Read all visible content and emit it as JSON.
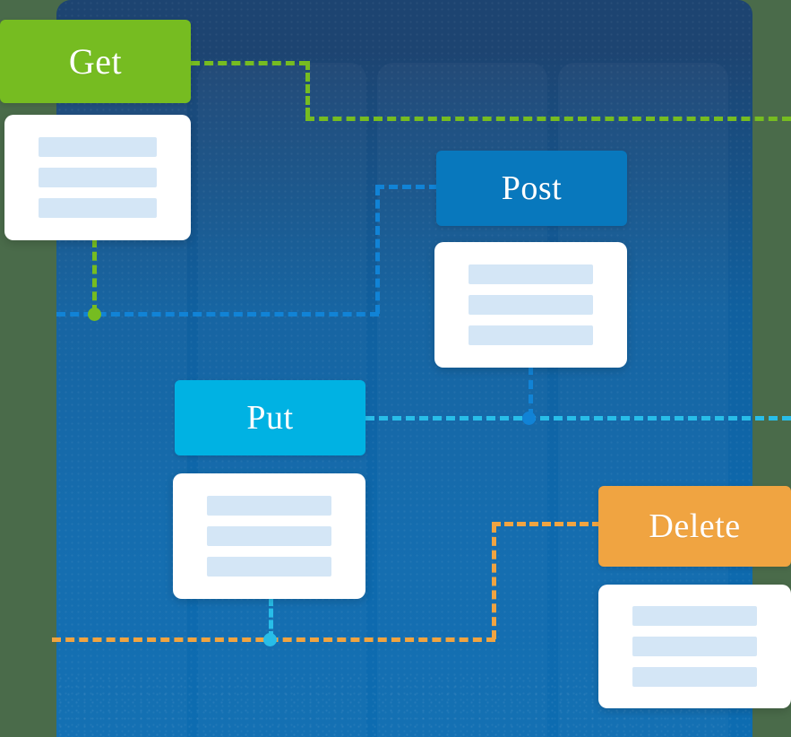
{
  "diagram": {
    "title": "REST API HTTP Methods Diagram",
    "background_panel": {
      "name": "api-panel",
      "color_top": "#1d4471",
      "color_bottom": "#0d6cb1"
    },
    "nodes": [
      {
        "id": "get",
        "label": "Get",
        "color": "#76bc21",
        "line_color": "#76bc21",
        "dot_color": "#76bc21",
        "card_rows": 3
      },
      {
        "id": "post",
        "label": "Post",
        "color": "#0878bd",
        "line_color": "#1183d6",
        "dot_color": "#1183d6",
        "card_rows": 3
      },
      {
        "id": "put",
        "label": "Put",
        "color": "#00b2e3",
        "line_color": "#28bde8",
        "dot_color": "#28bde8",
        "card_rows": 3
      },
      {
        "id": "delete",
        "label": "Delete",
        "color": "#f0a441",
        "line_color": "#f0a441",
        "dot_color": "#f0a441",
        "card_rows": 3
      }
    ],
    "card_row_color": "#d4e6f6",
    "card_background": "#ffffff",
    "connectors": [
      {
        "name": "get-to-right",
        "color": "#76bc21",
        "style": "dashed"
      },
      {
        "name": "get-card-down",
        "color": "#76bc21",
        "style": "dashed"
      },
      {
        "name": "post-left-branch",
        "color": "#1183d6",
        "style": "dashed"
      },
      {
        "name": "post-card-down",
        "color": "#1183d6",
        "style": "dashed"
      },
      {
        "name": "put-to-right",
        "color": "#28bde8",
        "style": "dashed"
      },
      {
        "name": "put-card-down",
        "color": "#28bde8",
        "style": "dashed"
      },
      {
        "name": "delete-left-branch",
        "color": "#f0a441",
        "style": "dashed"
      },
      {
        "name": "bottom-rail",
        "color": "#f0a441",
        "style": "dashed"
      }
    ]
  }
}
